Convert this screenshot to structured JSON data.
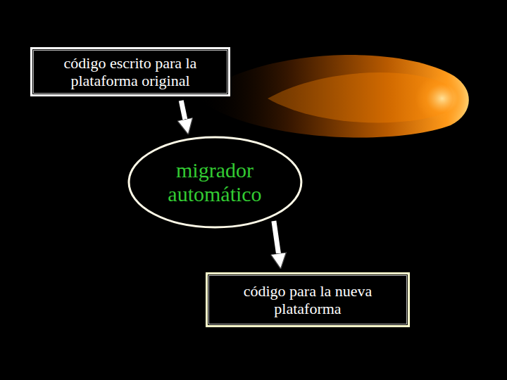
{
  "diagram": {
    "nodes": [
      {
        "text": [
          "código escrito para la plataforma original"
        ]
      },
      {
        "text": [
          "migrador automático"
        ]
      },
      {
        "text": [
          "código para la nueva plataforma"
        ]
      }
    ],
    "edges": [
      {
        "from": 0,
        "to": 1,
        "arrow": "to"
      },
      {
        "from": 1,
        "to": 2,
        "arrow": "to"
      }
    ]
  }
}
